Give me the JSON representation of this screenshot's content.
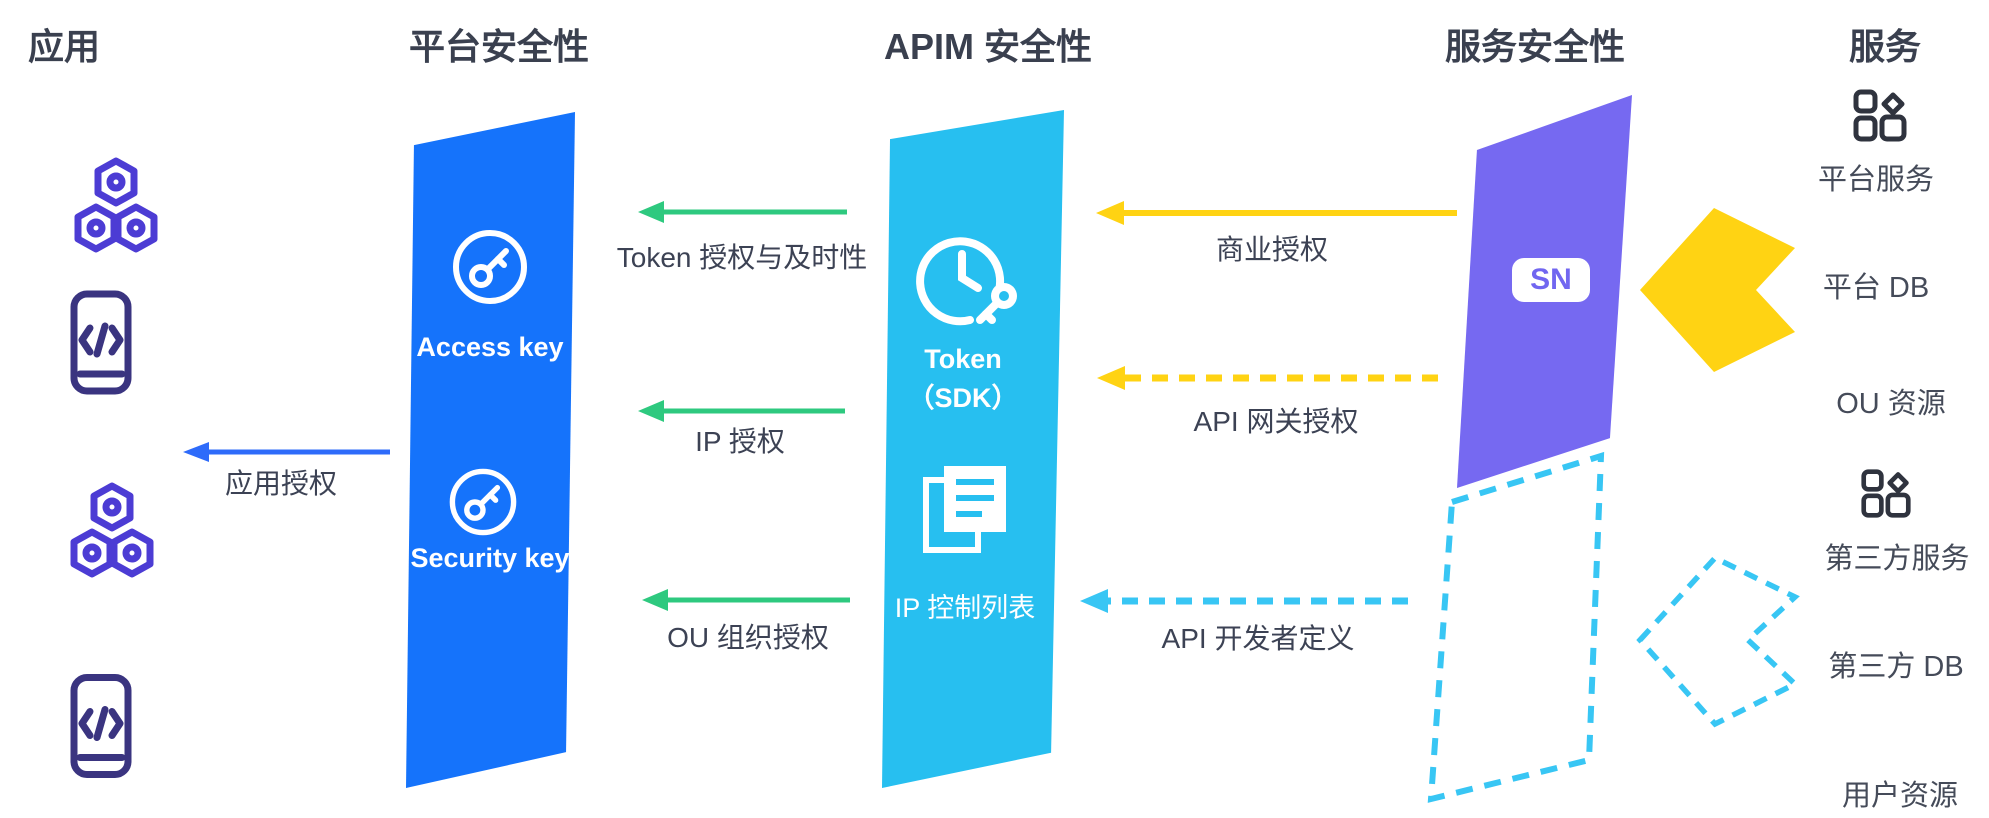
{
  "headers": {
    "applications": "应用",
    "platform_security": "平台安全性",
    "apim_security": "APIM 安全性",
    "service_security": "服务安全性",
    "services": "服务"
  },
  "platform_security_panel": {
    "access_key_label": "Access key",
    "security_key_label": "Security key"
  },
  "apim_security_panel": {
    "token_label": "Token",
    "sdk_label": "（SDK）",
    "ip_list_label": "IP 控制列表"
  },
  "service_security_panel": {
    "sn_badge": "SN"
  },
  "arrows": {
    "token_auth": {
      "label": "Token 授权与及时性",
      "color": "#2EC97F",
      "style": "solid"
    },
    "business_auth": {
      "label": "商业授权",
      "color": "#FFD313",
      "style": "solid"
    },
    "app_auth": {
      "label": "应用授权",
      "color": "#2E6BFA",
      "style": "solid"
    },
    "ip_auth": {
      "label": "IP 授权",
      "color": "#2EC97F",
      "style": "solid"
    },
    "api_gateway_auth": {
      "label": "API 网关授权",
      "color": "#FFD313",
      "style": "dashed"
    },
    "ou_auth": {
      "label": "OU 组织授权",
      "color": "#2EC97F",
      "style": "solid"
    },
    "api_developer": {
      "label": "API 开发者定义",
      "color": "#38C6F4",
      "style": "dashed"
    }
  },
  "services_column": {
    "items": [
      "平台服务",
      "平台 DB",
      "OU 资源",
      "第三方服务",
      "第三方 DB",
      "用户资源"
    ]
  },
  "icons": {
    "hexagon_cluster": "app-hexagon-cluster-icon",
    "mobile_code": "mobile-code-icon",
    "key_circle": "key-circle-icon",
    "clock_token": "clock-key-icon",
    "ip_list_doc": "document-list-icon",
    "app_grid": "app-grid-icon"
  },
  "colors": {
    "platform_shape": "#1573FB",
    "apim_shape": "#27BFF0",
    "service_shape": "#7669F1",
    "green_arrow": "#2EC97F",
    "yellow_arrow": "#FFD313",
    "blue_arrow": "#2E6BFA",
    "cyan_arrow": "#38C6F4",
    "app_icon": "#4C3CD4",
    "phone_icon": "#3A3480",
    "header_text": "#3A404F",
    "label_text": "#3C4254",
    "sn_text": "#7166F0"
  }
}
